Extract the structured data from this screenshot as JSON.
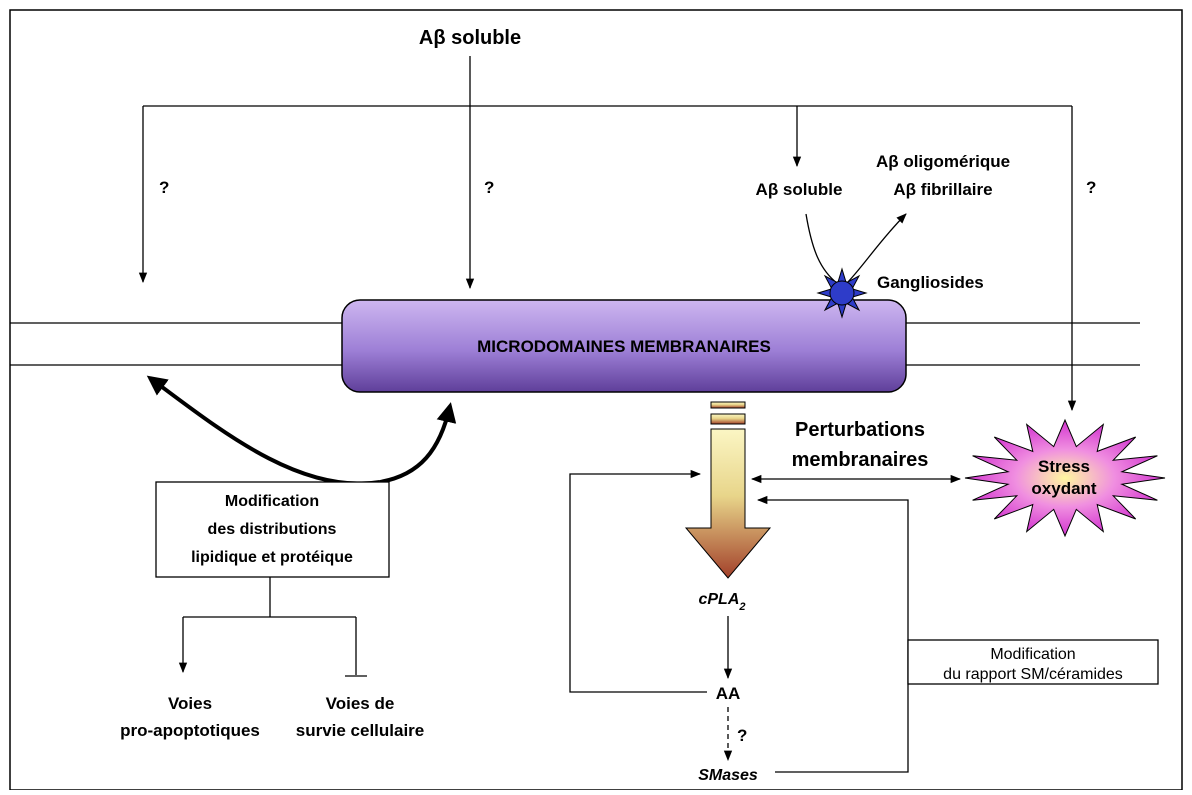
{
  "top_label": "Aβ soluble",
  "question_marks": [
    "?",
    "?",
    "?",
    "?"
  ],
  "raft": {
    "label": "MICRODOMAINES MEMBRANAIRES",
    "color_top": "#cdb6f0",
    "color_mid": "#9d7fd6",
    "color_bottom": "#5f3f9a"
  },
  "aggregation": {
    "soluble_label": "Aβ soluble",
    "oligomer_label": "Aβ oligomérique",
    "fibril_label": "Aβ fibrillaire",
    "ganglioside_label": "Gangliosides",
    "ganglioside_color": "#2e3cc9"
  },
  "perturbation": {
    "line1": "Perturbations",
    "line2": "membranaires"
  },
  "stress": {
    "line1": "Stress",
    "line2": "oxydant",
    "color_outer": "#cc22cc",
    "color_inner": "#fff7a0"
  },
  "lipid_box": {
    "line1": "Modification",
    "line2": "des distributions",
    "line3": "lipidique et protéique"
  },
  "pathways": {
    "proapoptotic_line1": "Voies",
    "proapoptotic_line2": "pro-apoptotiques",
    "survival_line1": "Voies de",
    "survival_line2": "survie cellulaire"
  },
  "cascade": {
    "enzyme": "cPLA",
    "enzyme_sub": "2",
    "aa": "AA",
    "question": "?",
    "smases": "SMases",
    "arrow_top_color": "#fbf6c4",
    "arrow_bottom_color": "#a2402a"
  },
  "sm_box": {
    "line1": "Modification",
    "line2": "du rapport SM/céramides"
  }
}
